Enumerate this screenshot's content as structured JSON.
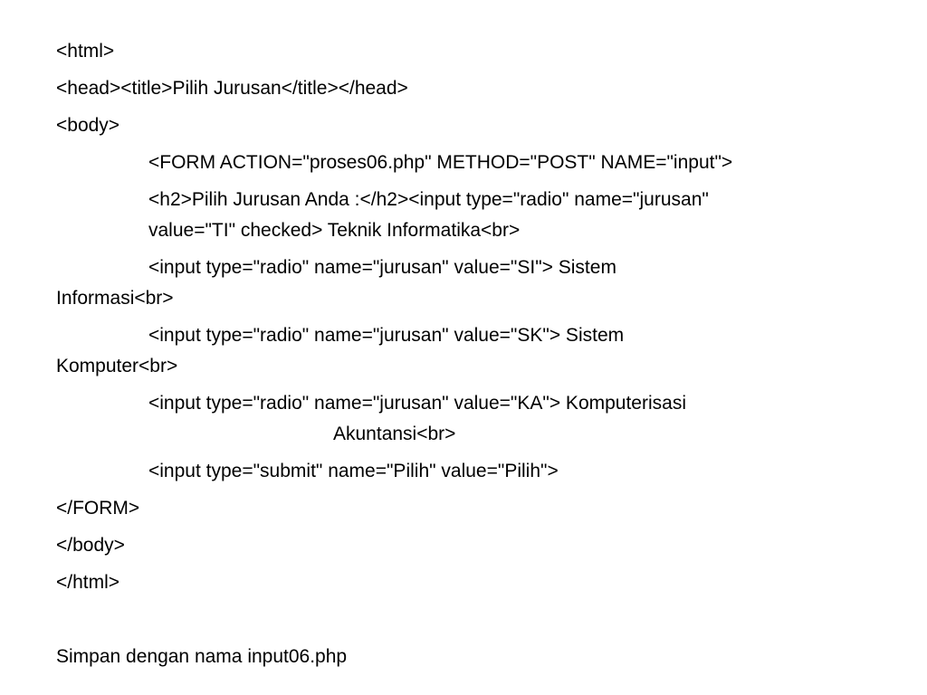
{
  "slide": {
    "code_lines": [
      "<html>",
      "<head><title>Pilih Jurusan</title></head>",
      "<body>",
      "<FORM ACTION=\"proses06.php\" METHOD=\"POST\" NAME=\"input\">",
      "<h2>Pilih Jurusan Anda :</h2><input type=\"radio\" name=\"jurusan\"",
      "value=\"TI\" checked> Teknik Informatika<br>",
      "<input type=\"radio\" name=\"jurusan\" value=\"SI\"> Sistem",
      "Informasi<br>",
      "<input type=\"radio\" name=\"jurusan\" value=\"SK\"> Sistem",
      "Komputer<br>",
      "<input type=\"radio\" name=\"jurusan\" value=\"KA\"> Komputerisasi",
      "Akuntansi<br>",
      "<input type=\"submit\" name=\"Pilih\" value=\"Pilih\">",
      "</FORM>",
      "</body>",
      "</html>"
    ],
    "note": "Simpan dengan nama input06.php"
  }
}
